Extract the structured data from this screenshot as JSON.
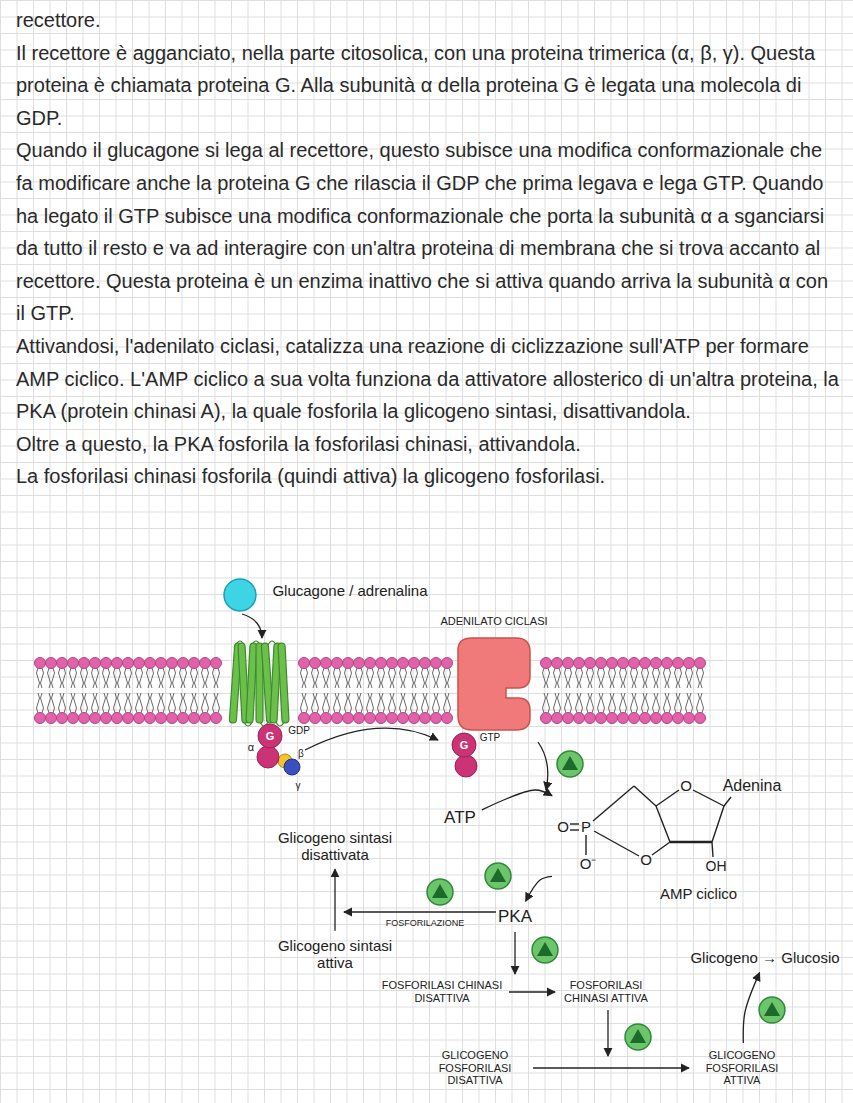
{
  "diagram": {
    "nodes": [
      {
        "text": [
          "ATP"
        ]
      },
      {
        "text": [
          "AMP ciclico"
        ]
      },
      {
        "text": [
          "Glicogeno sintasi disattivata"
        ]
      },
      {
        "text": [
          "PKA"
        ]
      },
      {
        "text": [
          "Glicogeno sintasi attiva"
        ]
      },
      {
        "text": [
          "FOSFORILASI CHINASI DISATTIVA"
        ]
      },
      {
        "text": [
          "FOSFORILASI CHINASI ATTIVA"
        ]
      },
      {
        "text": [
          "Glicogeno → Glucosio"
        ]
      },
      {
        "text": [
          "GLICOGENO FOSFORILASI DISATTIVA"
        ]
      },
      {
        "text": [
          "GLICOGENO FOSFORILASI ATTIVA"
        ]
      }
    ],
    "edges": [
      {
        "from": 0,
        "to": 1,
        "arrow": "to"
      },
      {
        "from": 1,
        "to": 3,
        "arrow": "to"
      },
      {
        "from": 4,
        "to": 2,
        "arrow": "to"
      },
      {
        "from": 5,
        "to": 6,
        "arrow": "to"
      },
      {
        "from": 8,
        "to": 9,
        "arrow": "to"
      },
      {
        "from": 9,
        "to": 7,
        "arrow": "to"
      }
    ],
    "labels": [
      "recettore.",
      "Il recettore è agganciato, nella parte citosolica, con una proteina trimerica (α, β, γ). Questa proteina è chiamata proteina G. Alla subunità α della proteina G è legata una molecola di GDP.",
      "Quando il glucagone si lega al recettore, questo subisce una modifica conformazionale che fa modificare anche la proteina G che rilascia il GDP che prima legava e lega GTP. Quando ha legato il GTP subisce una modifica conformazionale che porta la subunità α a sganciarsi da tutto il resto e va ad interagire con un'altra proteina di membrana che si trova accanto al recettore. Questa proteina è un enzima inattivo che si attiva quando arriva la subunità α con il GTP.",
      "Attivandosi, l'adenilato ciclasi, catalizza una reazione di ciclizzazione sull'ATP per formare AMP ciclico. L'AMP ciclico a sua volta funziona da attivatore allosterico di un'altra proteina, la PKA (protein chinasi A), la quale fosforila la glicogeno sintasi, disattivandola.",
      "Oltre a questo, la PKA fosforila la fosforilasi chinasi, attivandola.",
      "La fosforilasi chinasi fosforila (quindi attiva) la glicogeno fosforilasi.",
      "Glucagone / adrenalina",
      "ADENILATO CICLASI",
      "G",
      "GDP",
      "α",
      "β",
      "γ",
      "G",
      "GTP",
      "Adenina",
      "O",
      "O",
      "P",
      "O⁻",
      "O",
      "OH",
      "FOSFORILAZIONE"
    ]
  }
}
